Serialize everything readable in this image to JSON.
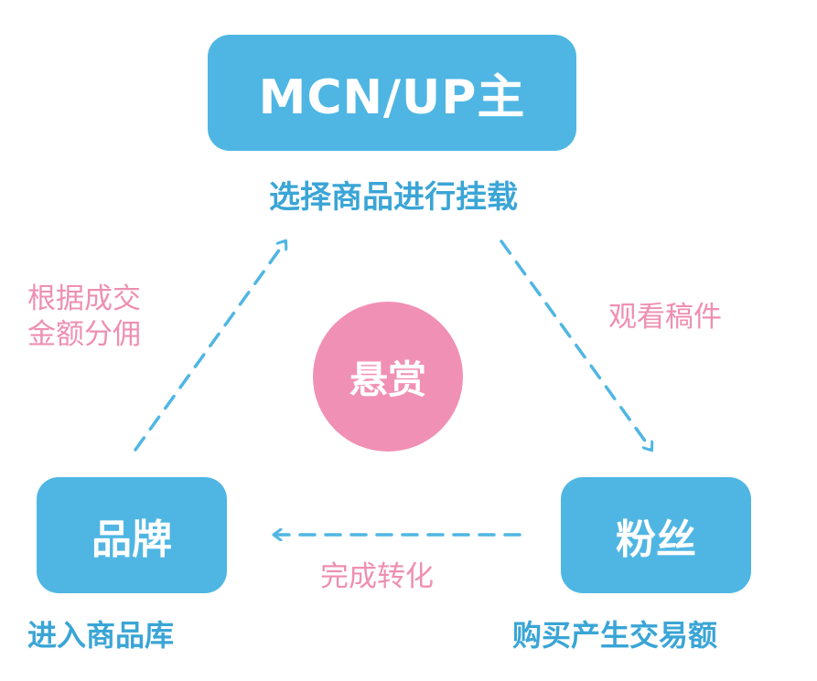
{
  "nodes": {
    "mcn": {
      "label": "MCN/UP主",
      "caption": "选择商品进行挂载"
    },
    "brand": {
      "label": "品牌",
      "caption": "进入商品库"
    },
    "fans": {
      "label": "粉丝",
      "caption": "购买产生交易额"
    }
  },
  "center": {
    "label": "悬赏"
  },
  "edges": {
    "brand_to_mcn": {
      "line1": "根据成交",
      "line2": "金额分佣"
    },
    "mcn_to_fans": {
      "label": "观看稿件"
    },
    "fans_to_brand": {
      "label": "完成转化"
    }
  },
  "colors": {
    "node_fill": "#4fb6e3",
    "caption_text": "#3aa5d6",
    "center_fill": "#f190b5",
    "edge_label_text": "#ee8fb1",
    "arrow_stroke": "#4fb6e3"
  }
}
